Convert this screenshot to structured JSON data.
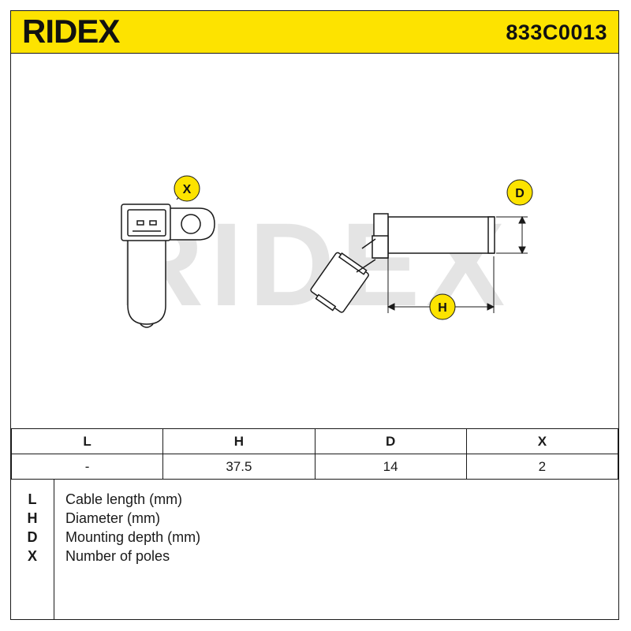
{
  "header": {
    "brand": "RIDEX",
    "part_number": "833C0013"
  },
  "drawing": {
    "watermark": "RIDEX",
    "callouts": {
      "x": "X",
      "d": "D",
      "h": "H"
    }
  },
  "dimensions": {
    "headers": [
      "L",
      "H",
      "D",
      "X"
    ],
    "values": [
      "-",
      "37.5",
      "14",
      "2"
    ]
  },
  "legend": [
    {
      "key": "L",
      "text": "Cable length (mm)"
    },
    {
      "key": "H",
      "text": "Diameter (mm)"
    },
    {
      "key": "D",
      "text": "Mounting depth (mm)"
    },
    {
      "key": "X",
      "text": "Number of poles"
    }
  ],
  "colors": {
    "brand_yellow": "#fde300",
    "line": "#1a1a1a",
    "watermark": "#e4e4e4"
  }
}
